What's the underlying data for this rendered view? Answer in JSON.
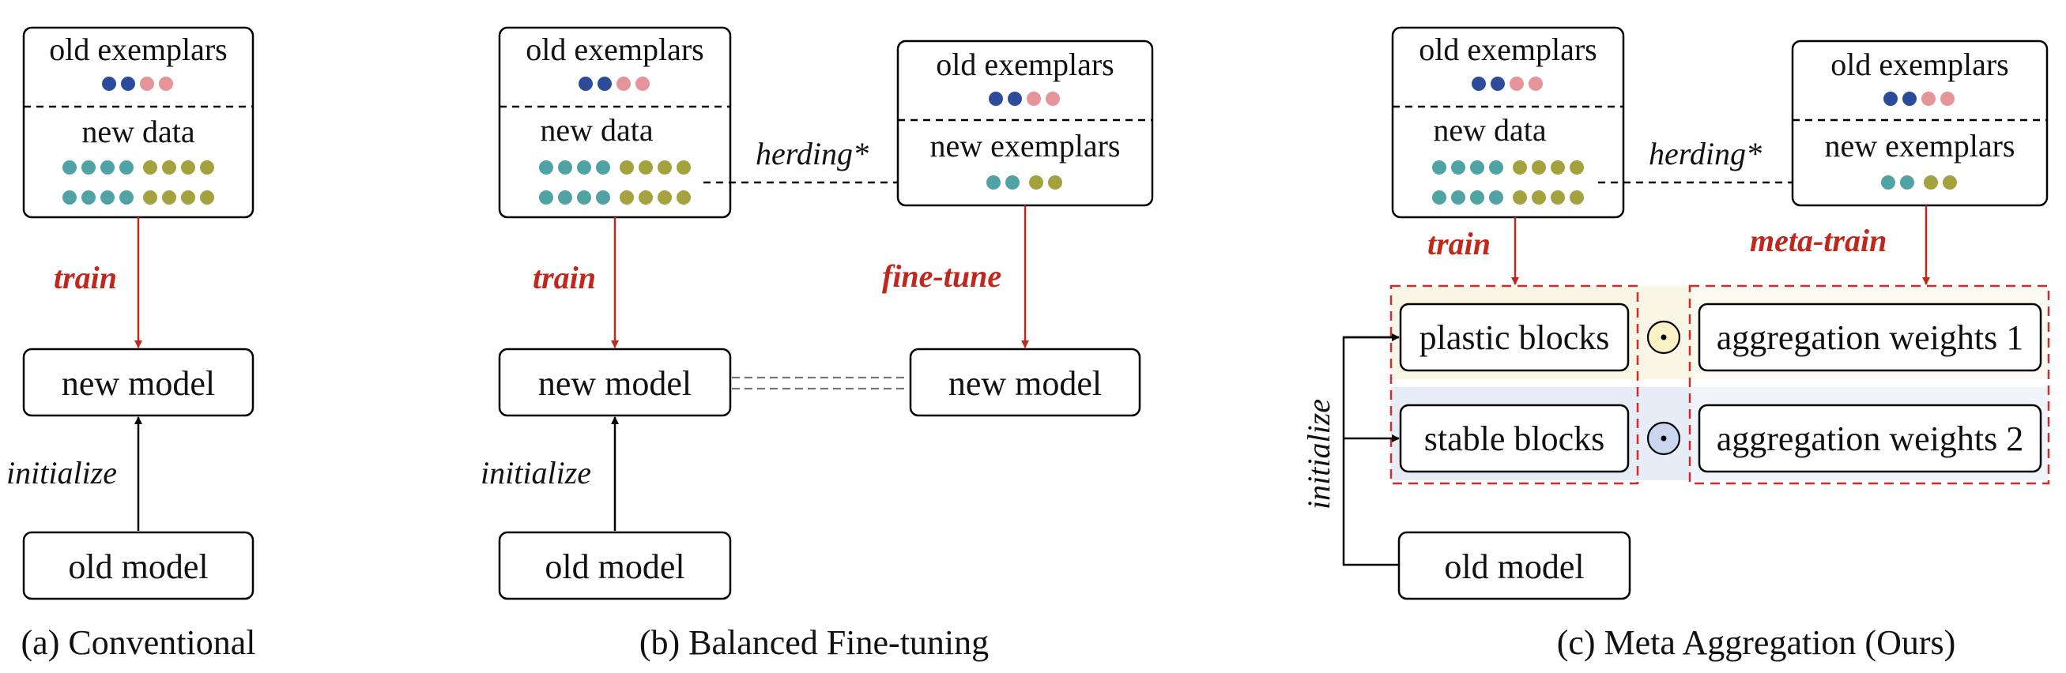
{
  "labels": {
    "old_exemplars": "old exemplars",
    "new_data": "new data",
    "new_exemplars": "new exemplars",
    "new_model": "new model",
    "old_model": "old model",
    "plastic_blocks": "plastic blocks",
    "stable_blocks": "stable blocks",
    "aggregation_weights_1": "aggregation weights 1",
    "aggregation_weights_2": "aggregation weights 2",
    "odot": "⊙"
  },
  "edges": {
    "train": "train",
    "fine_tune": "fine-tune",
    "meta_train": "meta-train",
    "initialize": "initialize",
    "herding": "herding*"
  },
  "captions": {
    "a": "(a) Conventional",
    "b": "(b) Balanced Fine-tuning",
    "c": "(c) Meta Aggregation (Ours)"
  },
  "colors": {
    "dark_blue": "#2d4b9b",
    "pink": "#e59499",
    "teal": "#4fa3a5",
    "olive": "#a3a23d",
    "accent_red": "#c0281d",
    "light_yellow": "#f8f7e6",
    "light_blue": "#e6edf7"
  }
}
